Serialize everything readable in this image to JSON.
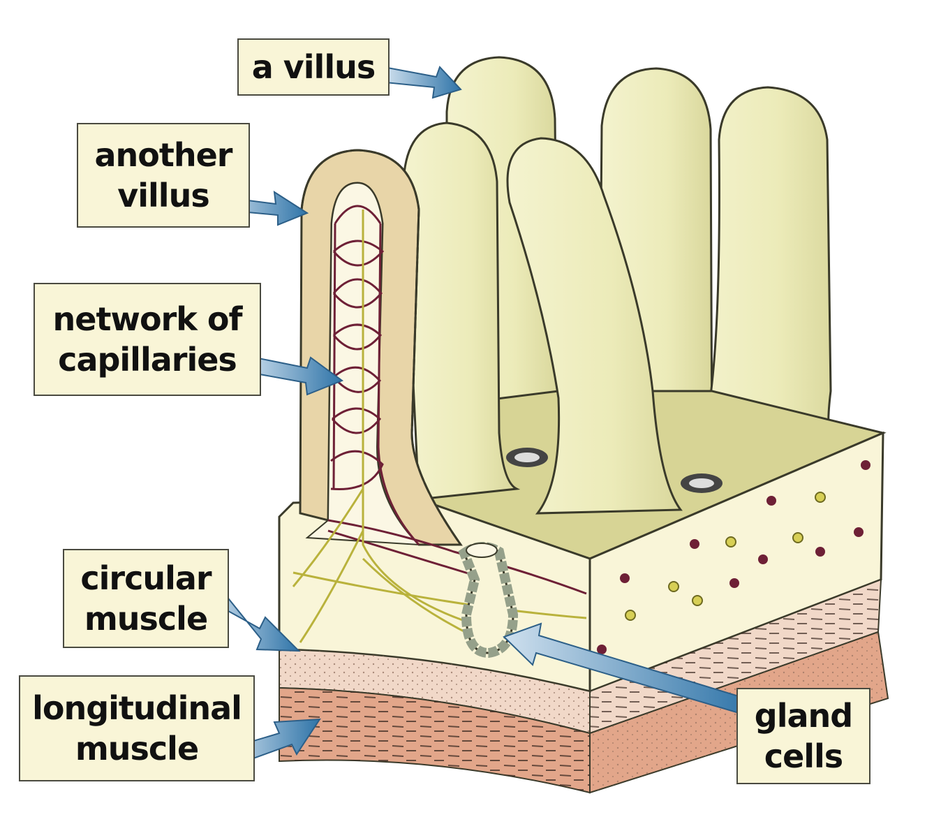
{
  "labels": {
    "villus": "a villus",
    "another_villus": "another\nvillus",
    "capillaries": "network of\ncapillaries",
    "circular_muscle": "circular\nmuscle",
    "longitudinal_muscle": "longitudinal\nmuscle",
    "gland_cells": "gland\ncells"
  },
  "colors": {
    "villus_fill": "#ecebb9",
    "mucosa_top": "#d7d495",
    "mucosa_side": "#f9f5d8",
    "circular_muscle": "#f1d8c8",
    "longitudinal_muscle": "#e2a68a",
    "capillary": "#6e2036",
    "lacteal": "#b9b23c",
    "gland": "#95a08a",
    "arrow": "#3e7fae",
    "label_bg": "#f9f5d7"
  }
}
